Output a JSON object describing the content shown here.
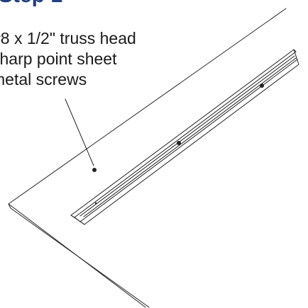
{
  "header": {
    "step_title": "Step 1"
  },
  "callout": {
    "lines": [
      "#8 x 1/2\" truss head",
      "sharp point sheet",
      "metal screws"
    ]
  },
  "colors": {
    "heading": "#1f3f7f",
    "text": "#1a1a1a",
    "line_art": "#222222"
  }
}
